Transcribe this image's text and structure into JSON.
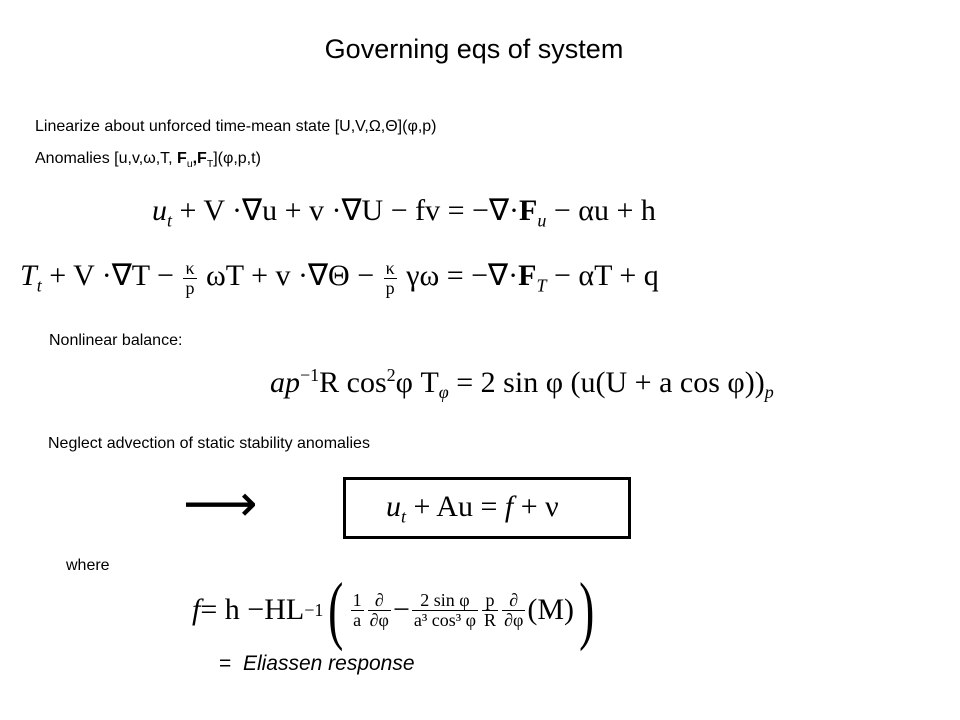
{
  "title": "Governing eqs of system",
  "line_linearize": "Linearize about unforced time-mean state [U,V,Ω,Θ](φ,p)",
  "anomalies": {
    "prefix": "Anomalies [u,v,ω,T, ",
    "F": "F",
    "u": "u",
    "comma": ",",
    "T": "T",
    "suffix": "](φ,p,t)"
  },
  "label_nonlinear": "Nonlinear balance:",
  "label_neglect": "Neglect advection of static stability anomalies",
  "label_where": "where",
  "arrow_glyph": "⟶",
  "eliassen": {
    "eq_sign": "=",
    "text": "Eliassen response"
  },
  "equations": {
    "zonal_momentum": {
      "a": "u",
      "a_sub": "t",
      "b": " + V ·∇u + v ·∇U − fv = −∇·",
      "c": "F",
      "c_sub": "u",
      "d": " − αu + h"
    },
    "thermo": {
      "a": "T",
      "a_sub": "t",
      "b": " + V ·∇T − ",
      "f1_num": "κ",
      "f1_den": "p",
      "c": " ωT + v ·∇Θ − ",
      "f2_num": "κ",
      "f2_den": "p",
      "d": " γω = −∇·",
      "e": "F",
      "e_sub": "T",
      "g": " − αT + q"
    },
    "balance": {
      "a": "ap",
      "a_sup": "−1",
      "b": "R cos",
      "b_sup": "2",
      "c": "φ T",
      "c_sub": "φ",
      "d": " = 2 sin φ (u(U + ",
      "e": "a cos φ)",
      "f": ")",
      "f_sub": "p"
    },
    "boxed": {
      "a": "u",
      "a_sub": "t",
      "b": " + Au = ",
      "c": "f",
      "d": " + ν"
    },
    "where_eq": {
      "a": "f",
      "b": " = h − ",
      "c": "HL",
      "c_sup": "−1",
      "f1_num": "1",
      "f1_den": "a",
      "f2_num": "∂",
      "f2_den": "∂φ",
      "minus": " − ",
      "f3_num": "2 sin φ",
      "f3_den": "a³ cos³ φ",
      "f4_num": "p",
      "f4_den": "R",
      "f5_num": "∂",
      "f5_den": "∂φ",
      "tail": " (M)"
    }
  }
}
